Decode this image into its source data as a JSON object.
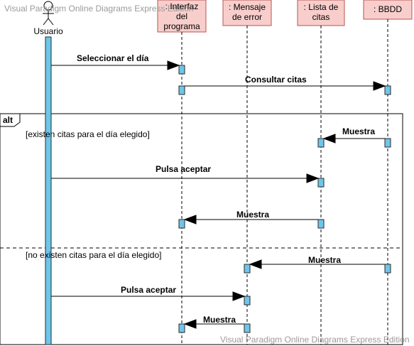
{
  "watermark": "Visual Paradigm Online Diagrams Express Edition",
  "colors": {
    "lifeline_box": "#f8cecc",
    "lifeline_box_border": "#b85450",
    "activation": "#6ec6ea",
    "activation_border": "#2a2a2a"
  },
  "actor": {
    "label": "Usuario"
  },
  "lifelines": [
    {
      "id": "interfaz",
      "label": ": Interfaz del programa"
    },
    {
      "id": "error",
      "label": ": Mensaje de error"
    },
    {
      "id": "lista",
      "label": ": Lista de citas"
    },
    {
      "id": "bbdd",
      "label": ": BBDD"
    }
  ],
  "fragment": {
    "operator": "alt",
    "guard1": "[existen citas para el día elegido]",
    "guard2": "[no existen citas para el día elegido]"
  },
  "messages": [
    {
      "from": "usuario",
      "to": "interfaz",
      "label": "Seleccionar el día"
    },
    {
      "from": "interfaz",
      "to": "bbdd",
      "label": "Consultar citas"
    },
    {
      "from": "bbdd",
      "to": "lista",
      "label": "Muestra"
    },
    {
      "from": "usuario",
      "to": "lista",
      "label": "Pulsa aceptar"
    },
    {
      "from": "lista",
      "to": "interfaz",
      "label": "Muestra"
    },
    {
      "from": "bbdd",
      "to": "error",
      "label": "Muestra"
    },
    {
      "from": "usuario",
      "to": "error",
      "label": "Pulsa aceptar"
    },
    {
      "from": "error",
      "to": "interfaz",
      "label": "Muestra"
    }
  ]
}
